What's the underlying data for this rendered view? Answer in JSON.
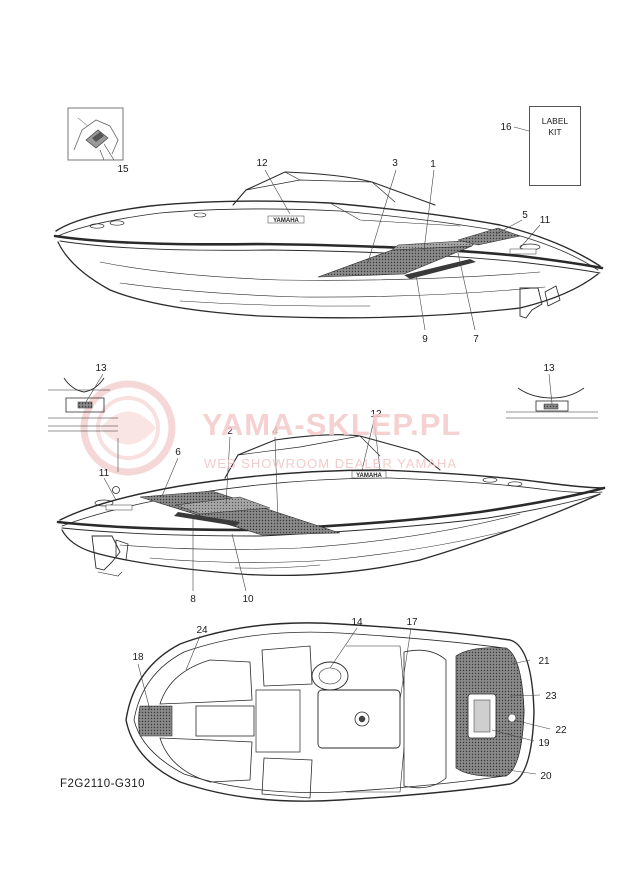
{
  "label_kit": {
    "line1": "LABEL",
    "line2": "KIT"
  },
  "watermark": {
    "title": "YAMA-SKLEP.PL",
    "subtitle": "WEB SHOWROOM DEALER YAMAHA"
  },
  "figure_code": "F2G2110-G310",
  "brand_marks": {
    "hull_logo": "YAMAHA"
  },
  "callouts": {
    "c1": "1",
    "c2": "2",
    "c3": "3",
    "c4": "4",
    "c5": "5",
    "c6": "6",
    "c7": "7",
    "c8": "8",
    "c9": "9",
    "c10": "10",
    "c11a": "11",
    "c11b": "11",
    "c12a": "12",
    "c12b": "12",
    "c13a": "13",
    "c13b": "13",
    "c14": "14",
    "c15": "15",
    "c16": "16",
    "c17": "17",
    "c18": "18",
    "c19": "19",
    "c20": "20",
    "c21": "21",
    "c22": "22",
    "c23": "23",
    "c24": "24"
  },
  "colors": {
    "line": "#2a2a2a",
    "decal": "#6b6b6b",
    "watermark": "#f0b8b8"
  }
}
